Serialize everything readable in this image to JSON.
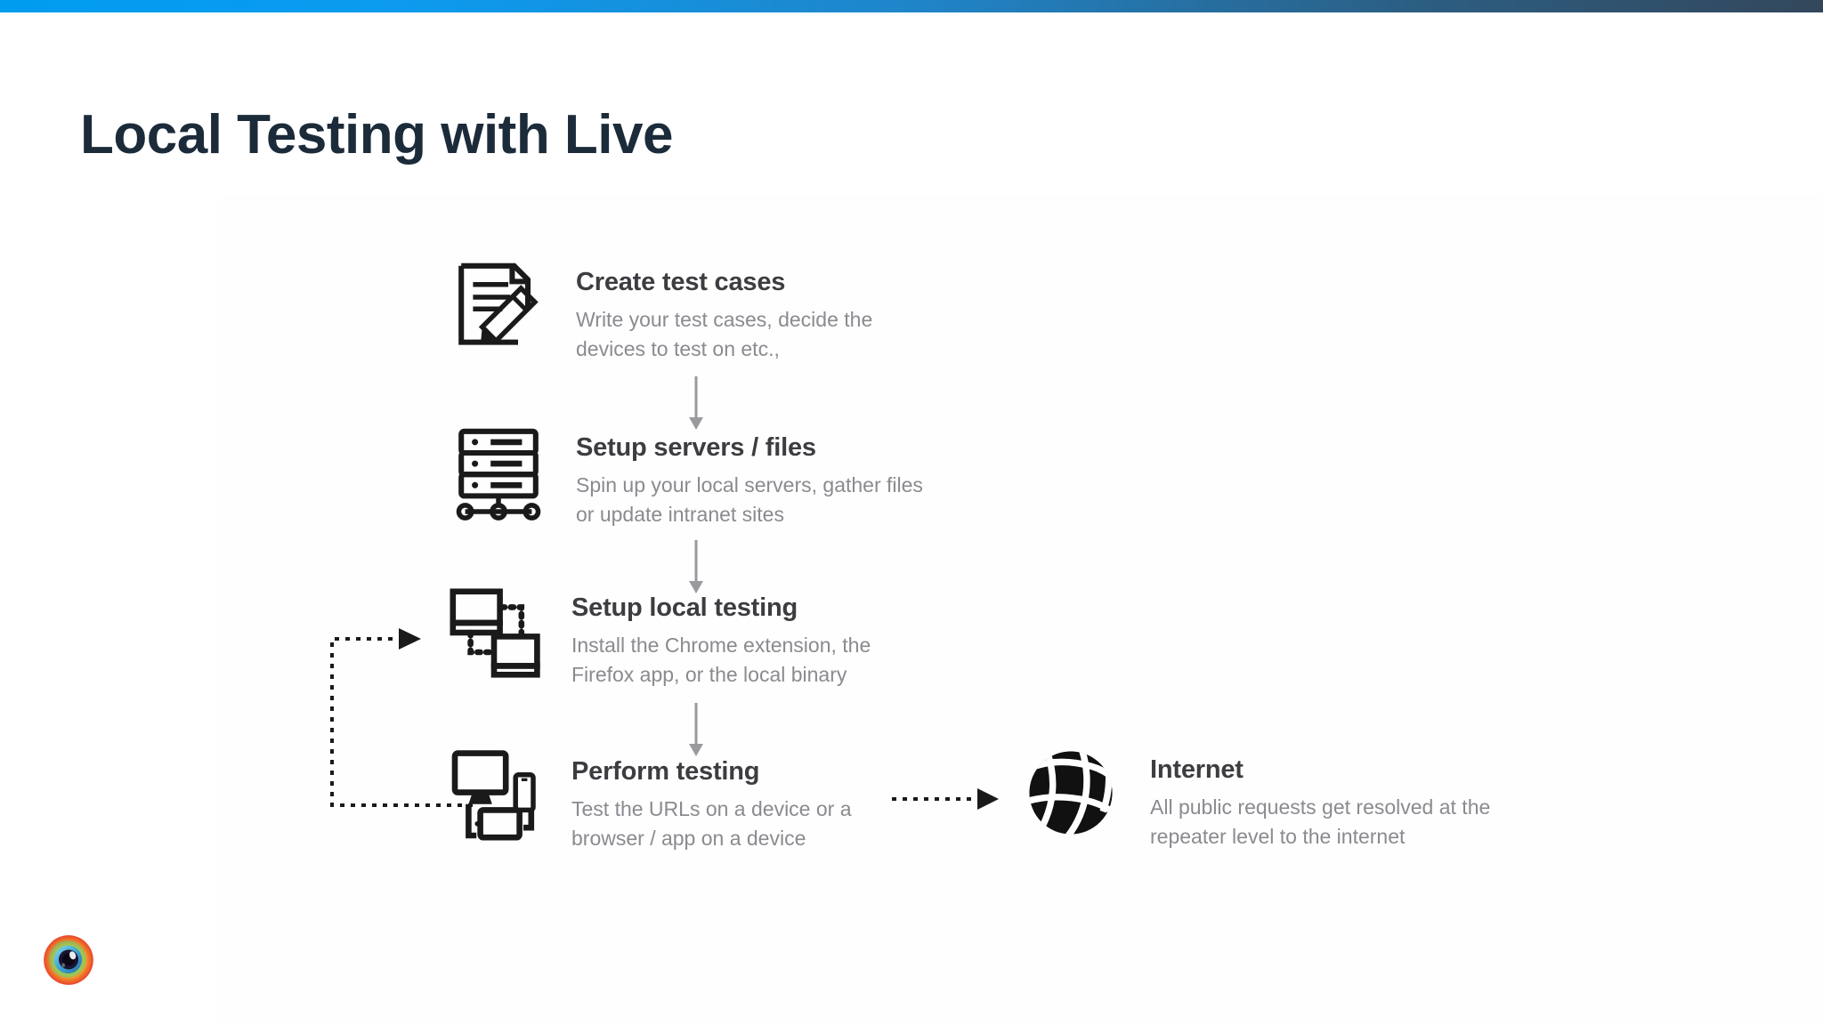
{
  "slide": {
    "title": "Local Testing with Live",
    "accent_left": "#009CF0",
    "accent_right": "#33475B",
    "title_color": "#1C2B3A",
    "background": "#FFFFFF"
  },
  "diagram": {
    "heading_color": "#3C3C41",
    "body_color": "#8A8A90",
    "steps": [
      {
        "icon": "document-pencil-icon",
        "title": "Create test cases",
        "desc_lines": [
          "Write your test cases, decide the",
          "devices to test on etc.,"
        ]
      },
      {
        "icon": "server-rack-icon",
        "title": "Setup servers / files",
        "desc_lines": [
          "Spin up your local servers, gather files",
          "or update intranet sites"
        ]
      },
      {
        "icon": "linked-laptops-icon",
        "title": "Setup local testing",
        "desc_lines": [
          "Install the Chrome extension, the",
          "Firefox app, or the local binary"
        ]
      },
      {
        "icon": "multi-device-icon",
        "title": "Perform testing",
        "desc_lines": [
          "Test the URLs on a device or a",
          "browser / app on a device"
        ]
      }
    ],
    "endpoint": {
      "icon": "globe-icon",
      "title": "Internet",
      "desc_lines": [
        "All public requests get resolved at the",
        "repeater level to the internet"
      ]
    },
    "connectors": {
      "down_arrow_count": 3,
      "dotted_arrow_label": "perform-testing-to-internet",
      "feedback_loop_label": "perform-testing-back-to-setup-local-testing"
    }
  },
  "brand": {
    "logo": "rainbow-eye-logo"
  }
}
